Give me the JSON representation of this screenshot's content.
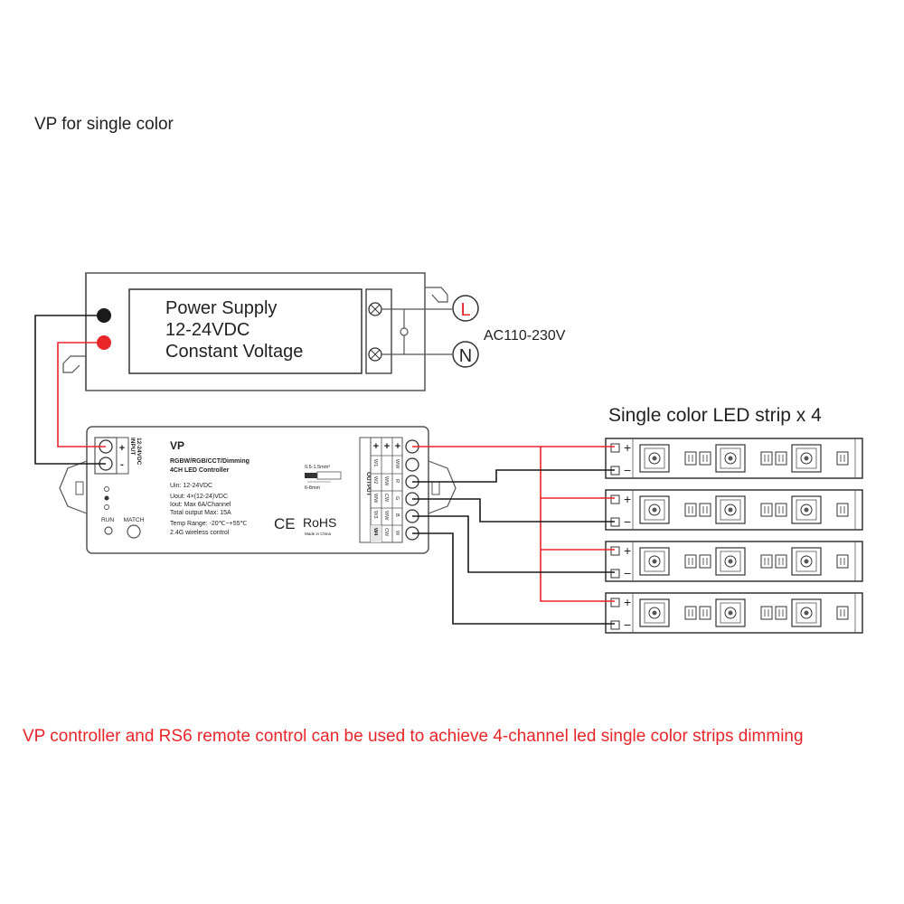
{
  "page_title": "VP for single color",
  "power_supply": {
    "line1": "Power Supply",
    "line2": "12-24VDC",
    "line3": "Constant Voltage",
    "l_label": "L",
    "n_label": "N",
    "ac_label": "AC110-230V"
  },
  "controller": {
    "model": "VP",
    "desc1": "RGBW/RGB/CCT/Dimming",
    "desc2": "4CH LED Controller",
    "uin": "Uin: 12-24VDC",
    "uout": "Uout: 4×(12-24)VDC",
    "iout": "Iout: Max 6A/Channel",
    "total": "Total output Max: 15A",
    "temp": "Temp Range: -20℃~+55℃",
    "wireless": "2.4G wireless control",
    "input_label": "INPUT",
    "input_voltage": "12-24VDC",
    "plus": "+",
    "minus": "-",
    "run": "RUN",
    "match": "MATCH",
    "wire_spec1": "0.5-1.5mm²",
    "wire_spec2": "6-8mm",
    "ce": "CE",
    "rohs": "RoHS",
    "made_in": "Made in China",
    "output_label": "OUTPUT",
    "col_w": [
      "W1",
      "W2",
      "WW",
      "W3",
      "W4"
    ],
    "col_cct": [
      "WW",
      "CW",
      "WW",
      "CW"
    ],
    "col_rgb": [
      "R",
      "G",
      "B",
      "W"
    ]
  },
  "strips": {
    "title": "Single color LED strip x 4",
    "plus": "+",
    "minus": "−",
    "count": 4
  },
  "footer_note": "VP controller and RS6 remote control can be used to achieve 4-channel led single color strips dimming",
  "colors": {
    "red_wire": "#e8262a",
    "black_wire": "#1a1a1a",
    "note": "#e8262a"
  }
}
